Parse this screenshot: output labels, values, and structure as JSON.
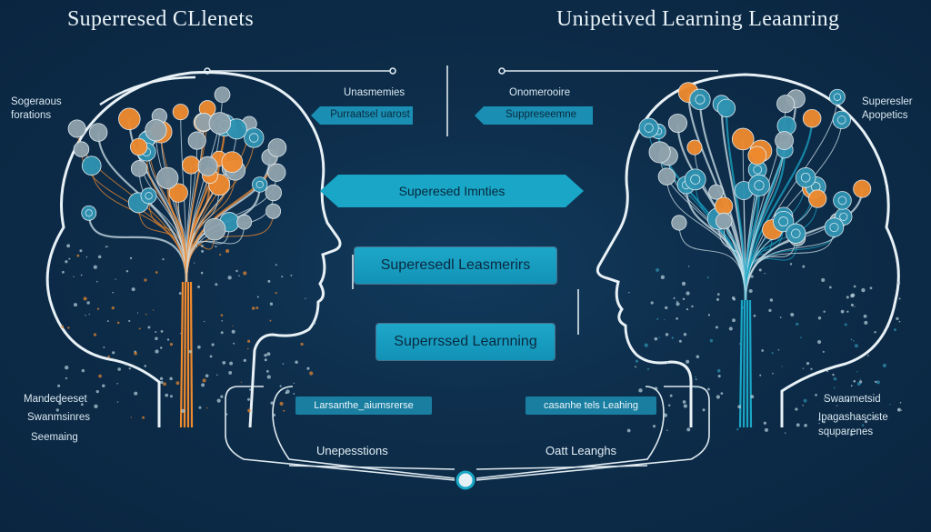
{
  "titles": {
    "left": "Superresed CLlenets",
    "right": "Unipetived Learning Leaanring"
  },
  "side_labels": {
    "top_left": "Sogeraous\nforations",
    "mid_left": [
      "Mandedeeset",
      "Swanmsinres",
      "Seemaing"
    ],
    "top_right": "Superesler\nApopetics",
    "mid_right": [
      "Swanmetsid",
      "Ipagashasciste",
      "squparenes"
    ]
  },
  "center_labels": {
    "tag_left": "Unasmemies",
    "banner_left": "Purraatsel uarost",
    "tag_right": "Onomerooire",
    "banner_right": "Suppreseemne"
  },
  "boxes": {
    "main": "Superesed Imnties",
    "second": "Superesedl Leasmerirs",
    "third": "Superrssed Learnning"
  },
  "pills": {
    "left": "Larsanthe_aiumsrerse",
    "right": "casanhe tels Leahing"
  },
  "bottom_labels": {
    "left": "Unepesstions",
    "right": "Oatt Leanghs"
  },
  "colors": {
    "background": "#0d2d4a",
    "accent_teal": "#1aa6c6",
    "node_orange": "#f08a2e",
    "node_blue": "#2f93b2",
    "node_gray": "#8fa3ad",
    "line_white": "#e6f0f5"
  }
}
